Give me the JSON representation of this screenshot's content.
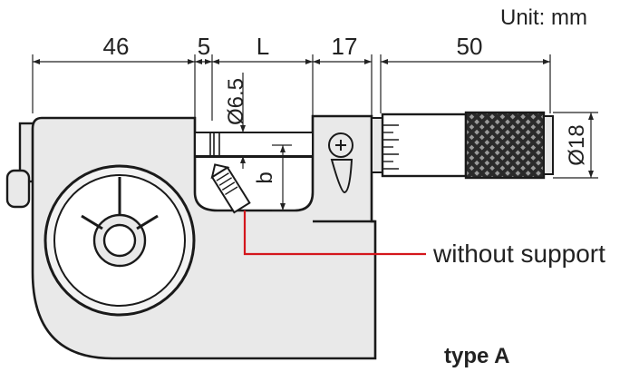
{
  "unit_label": "Unit: mm",
  "dimensions": {
    "d46": "46",
    "d5": "5",
    "dL": "L",
    "d17": "17",
    "d50": "50",
    "dia_anvil": "Ø6.5",
    "dia_thimble": "Ø18",
    "b": "b"
  },
  "callout": "without support",
  "caption": "type A",
  "colors": {
    "body_fill": "#e9e9e9",
    "leader_line": "#d4161c"
  }
}
